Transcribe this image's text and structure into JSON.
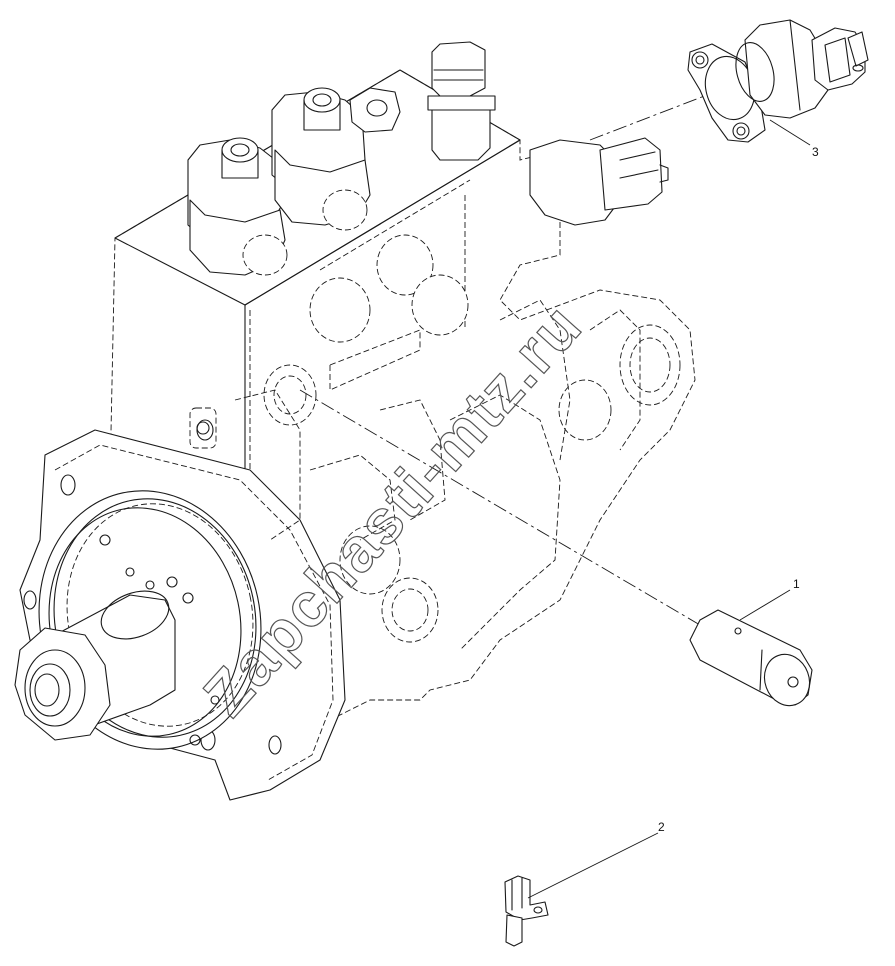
{
  "callouts": {
    "one": "1",
    "two": "2",
    "three": "3"
  },
  "watermark": "Zapchasti-mtz.ru",
  "colors": {
    "line": "#1a1a1a",
    "background": "#ffffff",
    "watermark": "#555555"
  }
}
